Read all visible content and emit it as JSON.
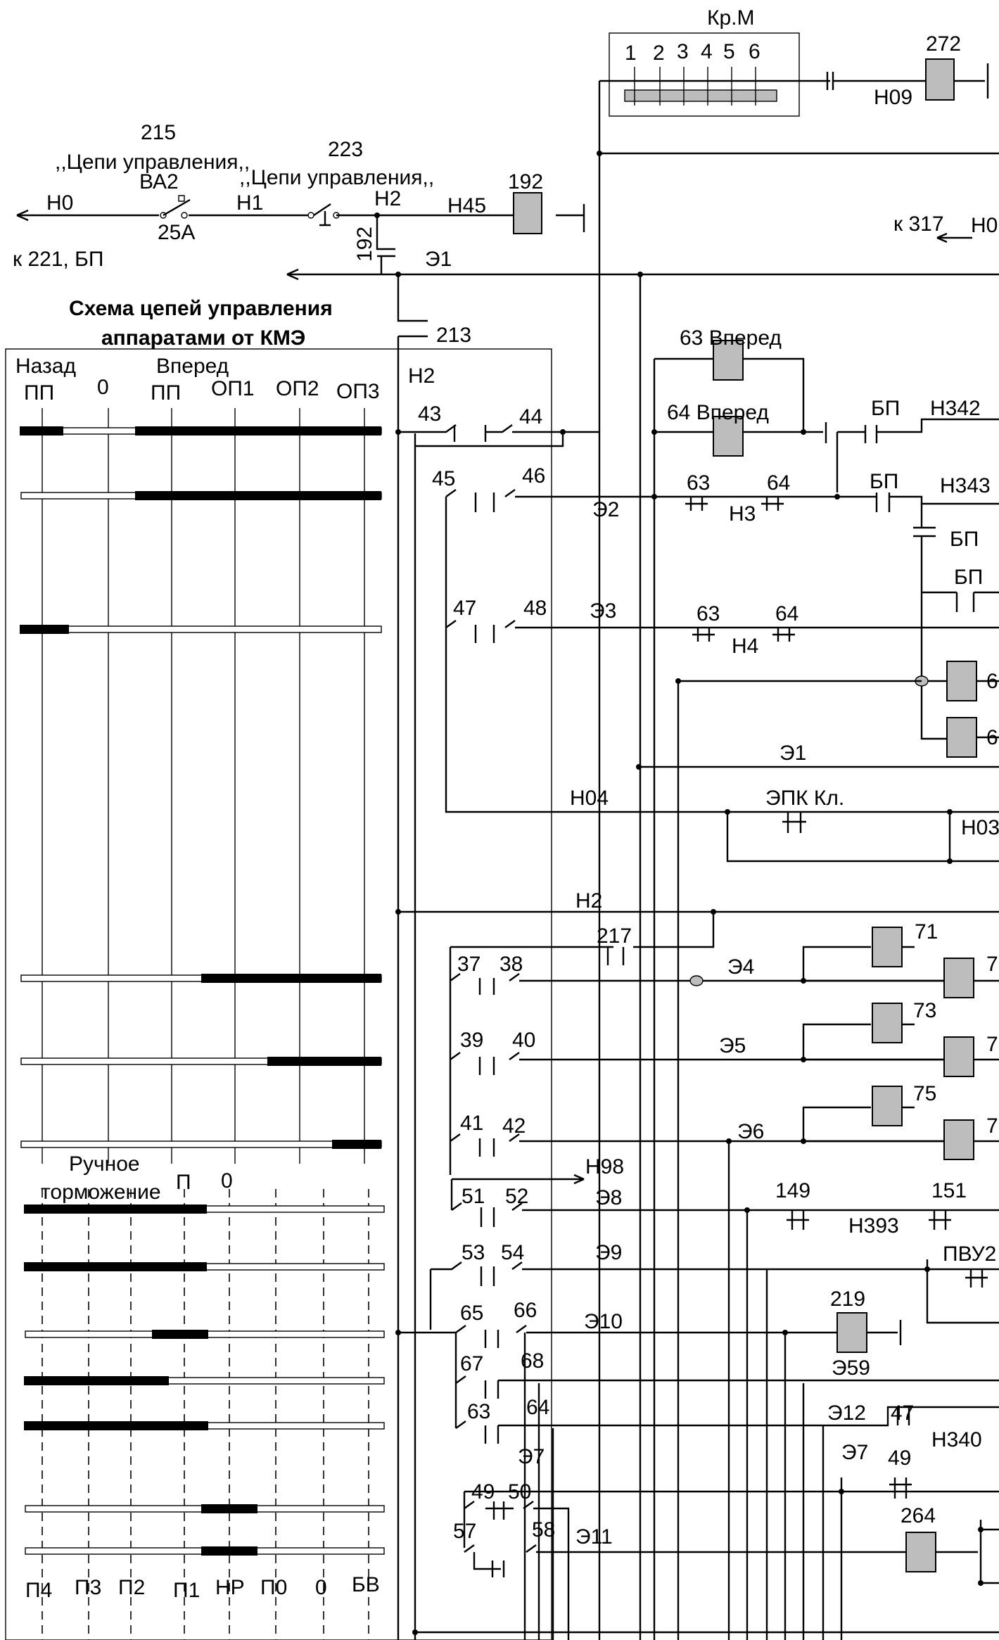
{
  "title": {
    "line1": "Схема цепей управления",
    "line2": "аппаратами от КМЭ"
  },
  "top": {
    "km_label": "Кр.М",
    "km_positions": [
      "1",
      "2",
      "3",
      "4",
      "5",
      "6"
    ],
    "n09": "Н09",
    "c272": "272",
    "n0": "Н0",
    "ref_215": "215",
    "cepi1": ",,Цепи управления,,",
    "va2": "ВА2",
    "amp25": "25А",
    "n1": "Н1",
    "ref_223": "223",
    "cepi2": ",,Цепи управления,,",
    "n2a": "Н2",
    "n45": "Н45",
    "c192": "192",
    "c192v": "192",
    "k221": "к 221, БП",
    "e1a": "Э1",
    "k317": "к 317",
    "n0r": "Н0"
  },
  "ctrl_header": {
    "nazad": "Назад",
    "vpered": "Вперед",
    "pos": [
      "ПП",
      "0",
      "ПП",
      "ОП1",
      "ОП2",
      "ОП3"
    ]
  },
  "brake_header": {
    "ruchnoe": "Ручное",
    "tormozhenie": "торможение",
    "p": "П",
    "zero": "0",
    "bottom_pos": [
      "П4",
      "П3",
      "П2",
      "П1",
      "НР",
      "П0",
      "0",
      "БВ"
    ]
  },
  "mid": {
    "c213": "213",
    "n2b": "Н2",
    "c63v": "63 Вперед",
    "c64v": "64 Вперед",
    "bp1": "БП",
    "n342": "Н342",
    "bp2": "БП",
    "n343": "Н343",
    "bp3": "БП",
    "bp4": "БП",
    "c63a": "63",
    "c64a": "64",
    "n3": "Н3",
    "e2": "Э2",
    "c63b": "63",
    "c64b": "64",
    "n4": "Н4",
    "e3": "Э3",
    "c6a": "6",
    "c6b": "6",
    "e1b": "Э1",
    "n04": "Н04",
    "epk": "ЭПК Кл.",
    "n03": "Н03",
    "n2c": "Н2",
    "c217": "217",
    "e4": "Э4",
    "e5": "Э5",
    "e6": "Э6",
    "c71": "71",
    "c7a": "7",
    "c73": "73",
    "c7b": "7",
    "c75": "75",
    "c7c": "7",
    "n98": "Н98",
    "e8": "Э8",
    "c149": "149",
    "n393": "Н393",
    "c151": "151",
    "e9": "Э9",
    "pvu2": "ПВУ2",
    "e10": "Э10",
    "c219": "219",
    "e59": "Э59",
    "e12": "Э12",
    "c47r": "47",
    "n340": "Н340",
    "e7a": "Э7",
    "e7b": "Э7",
    "c49r": "49",
    "c264": "264",
    "e11": "Э11"
  },
  "contacts": {
    "c43": "43",
    "c44": "44",
    "c45": "45",
    "c46": "46",
    "c47": "47",
    "c48": "48",
    "c37": "37",
    "c38": "38",
    "c39": "39",
    "c40": "40",
    "c41": "41",
    "c42": "42",
    "c51": "51",
    "c52": "52",
    "c53": "53",
    "c54": "54",
    "c65": "65",
    "c66": "66",
    "c67": "67",
    "c68": "68",
    "c63": "63",
    "c64": "64",
    "c49": "49",
    "c50": "50",
    "c57": "57",
    "c58": "58"
  }
}
